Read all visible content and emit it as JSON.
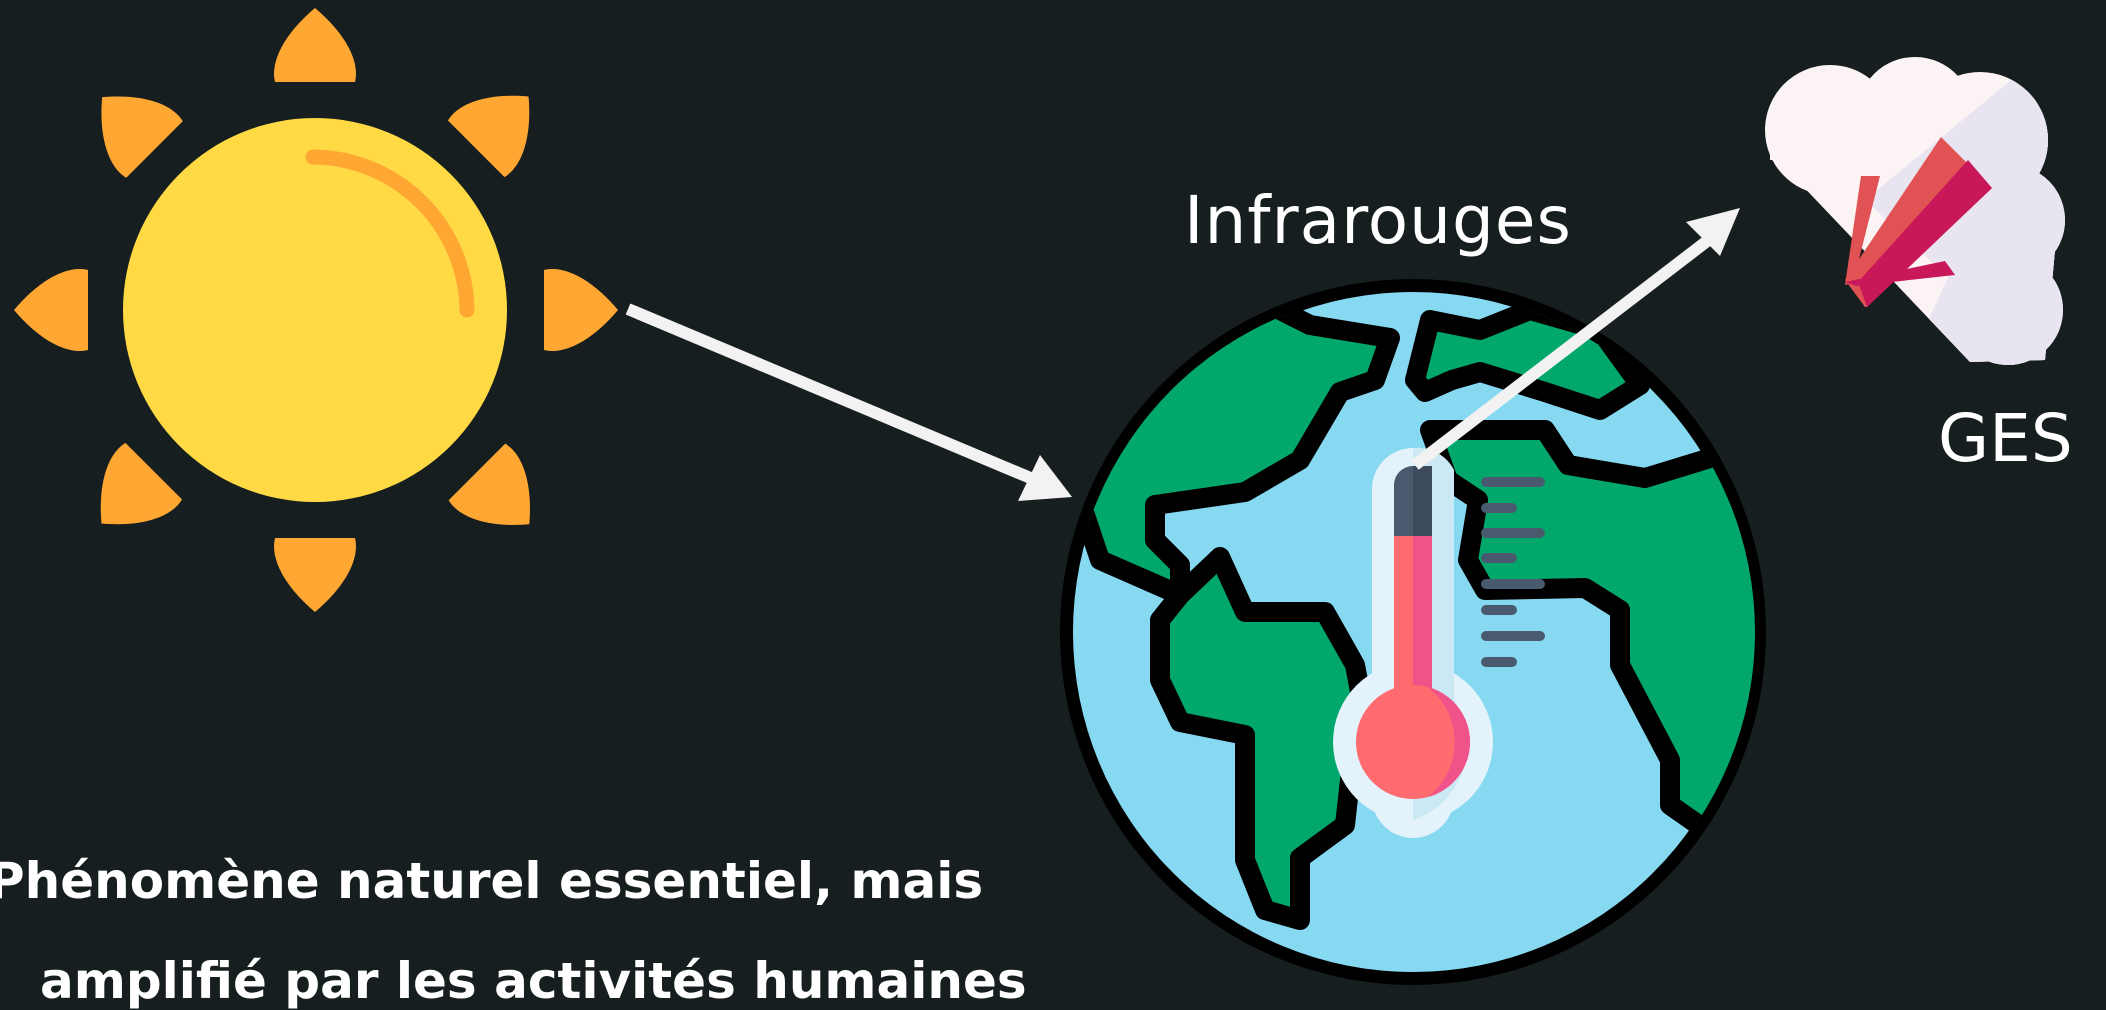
{
  "labels": {
    "infrared": "Infrarouges",
    "ghg": "GES"
  },
  "caption": {
    "line1": "Phénomène naturel essentiel, mais",
    "line2": "amplifié par les activités humaines"
  },
  "icons": {
    "sun": "sun-icon",
    "earth": "earth-globe-icon",
    "thermometer": "thermometer-icon",
    "cloud": "greenhouse-gas-cloud-icon",
    "arrow_in_cloud": "down-left-arrow-icon",
    "arrow_sunlight": "arrow-right-icon",
    "arrow_infrared": "arrow-up-right-icon"
  },
  "colors": {
    "background": "#161e1f",
    "sun_core": "#ffda44",
    "sun_rays": "#ffa733",
    "ocean": "#87d9f2",
    "land": "#02a86b",
    "outline": "#000000",
    "thermo_red": "#ff6b6e",
    "thermo_pink": "#f0528a",
    "thermo_dark": "#4a5a6e",
    "cloud_light": "#fcf4f4",
    "cloud_shade": "#e8e4f0",
    "arrow_red": "#e05254",
    "arrow_dark": "#c9185a",
    "arrow_white": "#f2f2f2"
  }
}
